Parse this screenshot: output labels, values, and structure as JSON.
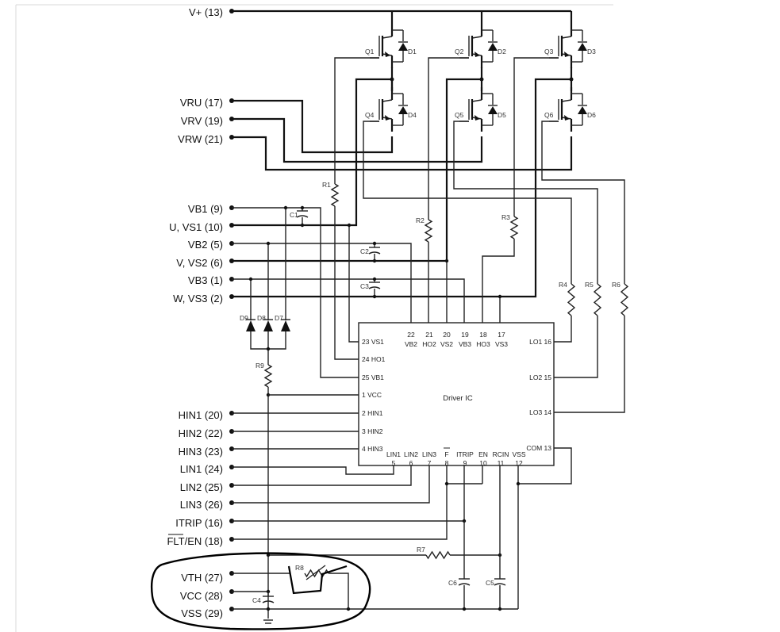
{
  "pins": [
    {
      "label": "V+ (13)"
    },
    {
      "label": "VRU (17)"
    },
    {
      "label": "VRV (19)"
    },
    {
      "label": "VRW (21)"
    },
    {
      "label": "VB1 (9)"
    },
    {
      "label": "U, VS1 (10)"
    },
    {
      "label": "VB2 (5)"
    },
    {
      "label": "V, VS2 (6)"
    },
    {
      "label": "VB3 (1)"
    },
    {
      "label": "W, VS3 (2)"
    },
    {
      "label": "HIN1 (20)"
    },
    {
      "label": "HIN2 (22)"
    },
    {
      "label": "HIN3 (23)"
    },
    {
      "label": "LIN1 (24)"
    },
    {
      "label": "LIN2 (25)"
    },
    {
      "label": "LIN3 (26)"
    },
    {
      "label": "ITRIP (16)"
    },
    {
      "label": "FLT/EN (18)"
    },
    {
      "label": "VTH (27)"
    },
    {
      "label": "VCC (28)"
    },
    {
      "label": "VSS (29)"
    }
  ],
  "driver_ic": {
    "title": "Driver IC",
    "top_pins": [
      {
        "num": "22",
        "name": "VB2"
      },
      {
        "num": "21",
        "name": "HO2"
      },
      {
        "num": "20",
        "name": "VS2"
      },
      {
        "num": "19",
        "name": "VB3"
      },
      {
        "num": "18",
        "name": "HO3"
      },
      {
        "num": "17",
        "name": "VS3"
      }
    ],
    "left_pins": [
      "23 VS1",
      "24 HO1",
      "25 VB1",
      "1 VCC",
      "2 HIN1",
      "3 HIN2",
      "4 HIN3"
    ],
    "right_pins": [
      "LO1 16",
      "LO2 15",
      "LO3 14",
      "COM 13"
    ],
    "bottom_pins": [
      {
        "name": "LIN1",
        "num": "5"
      },
      {
        "name": "LIN2",
        "num": "6"
      },
      {
        "name": "LIN3",
        "num": "7"
      },
      {
        "name": "F",
        "num": "8"
      },
      {
        "name": "ITRIP",
        "num": "9"
      },
      {
        "name": "EN",
        "num": "10"
      },
      {
        "name": "RCIN",
        "num": "11"
      },
      {
        "name": "VSS",
        "num": "12"
      }
    ]
  },
  "components": {
    "transistors": [
      "Q1",
      "Q2",
      "Q3",
      "Q4",
      "Q5",
      "Q6"
    ],
    "diodes": [
      "D1",
      "D2",
      "D3",
      "D4",
      "D5",
      "D6"
    ],
    "bootstrap_diodes": [
      "D9",
      "D8",
      "D7"
    ],
    "resistors": [
      "R1",
      "R2",
      "R3",
      "R4",
      "R5",
      "R6",
      "R7",
      "R8",
      "R9"
    ],
    "capacitors": [
      "C1",
      "C2",
      "C3",
      "C4",
      "C5",
      "C6"
    ]
  }
}
